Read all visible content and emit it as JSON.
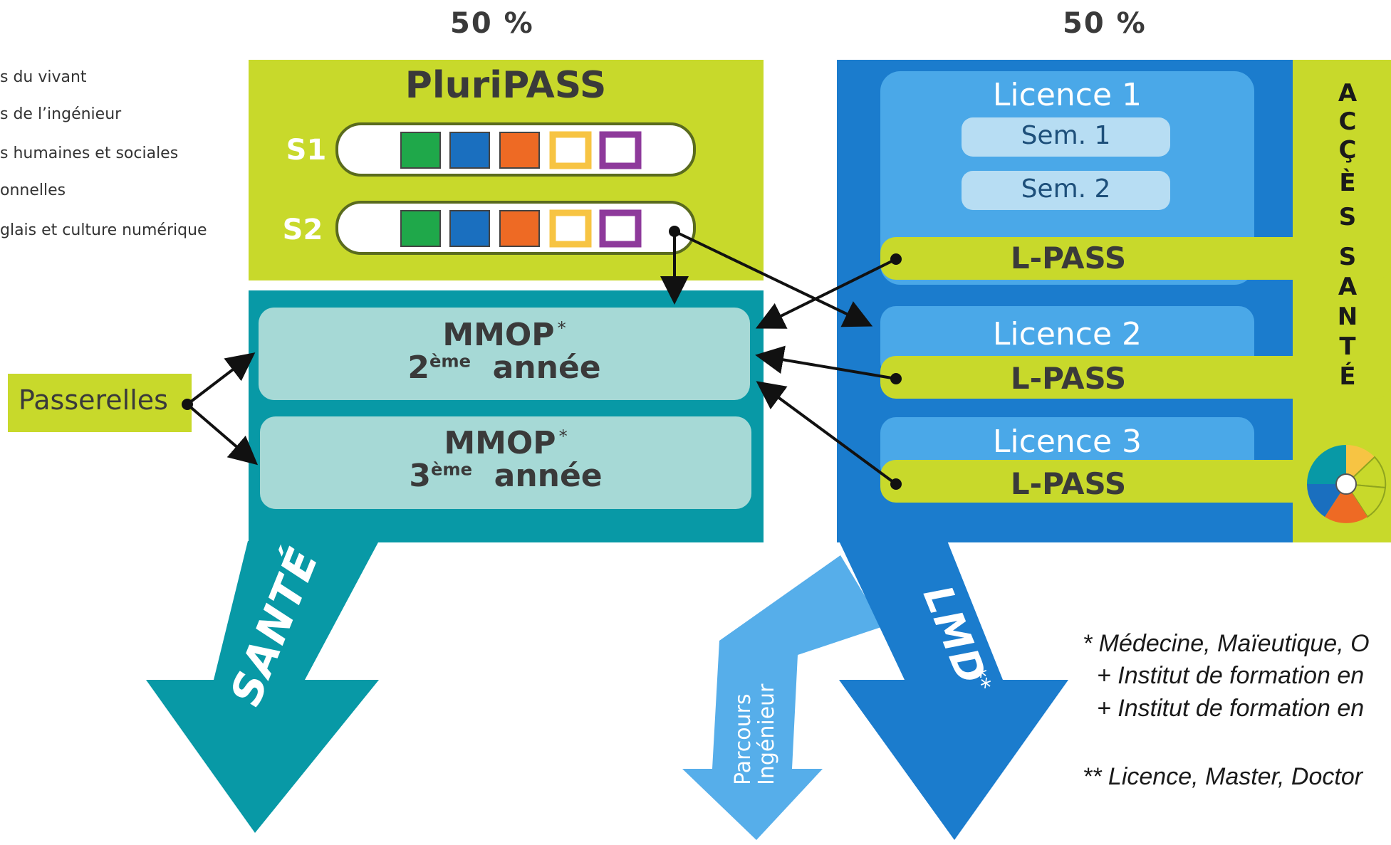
{
  "header": {
    "left_percent": "50 %",
    "right_percent": "50 %"
  },
  "legend": {
    "items": [
      "s du vivant",
      "s de l’ingénieur",
      "s humaines et sociales",
      "onnelles",
      "glais et culture numérique"
    ]
  },
  "pluripass": {
    "title": "PluriPASS",
    "s1_label": "S1",
    "s2_label": "S2",
    "square_colors": [
      "#1fa84a",
      "#1a6fbf",
      "#ee6a24",
      "#f7c443",
      "#8e3a9b"
    ]
  },
  "mmop": {
    "box1_title": "MMOP",
    "box1_star": "*",
    "box1_num": "2",
    "box1_sup": "ème",
    "box1_word": "année",
    "box2_title": "MMOP",
    "box2_star": "*",
    "box2_num": "3",
    "box2_sup": "ème",
    "box2_word": "année"
  },
  "passerelles": {
    "label": "Passerelles"
  },
  "licence": {
    "l1": "Licence 1",
    "sem1": "Sem. 1",
    "sem2": "Sem. 2",
    "lpass1": "L-PASS",
    "l2": "Licence 2",
    "lpass2": "L-PASS",
    "l3": "Licence 3",
    "lpass3": "L-PASS"
  },
  "acces_sante": {
    "letters": [
      "A",
      "C",
      "Ç",
      "È",
      "S",
      "",
      "S",
      "A",
      "N",
      "T",
      "É"
    ]
  },
  "arrows": {
    "sante": "SANTÉ",
    "lmd": "LMD",
    "lmd_stars": "**",
    "ingenieur_line1": "Parcours",
    "ingenieur_line2": "Ingénieur"
  },
  "notes": {
    "line1": "* Médecine, Maïeutique, O",
    "line2": "+ Institut de formation en",
    "line3": "+ Institut de formation en",
    "line4": "**  Licence, Master, Doctor"
  },
  "colors": {
    "lime": "#c8d92b",
    "teal": "#0899a6",
    "light_teal": "#a6d9d6",
    "blue": "#1b7ccd",
    "mid_blue": "#4aa8e8",
    "pale_blue": "#b7ddf3",
    "light_arrow_blue": "#56aeea"
  }
}
